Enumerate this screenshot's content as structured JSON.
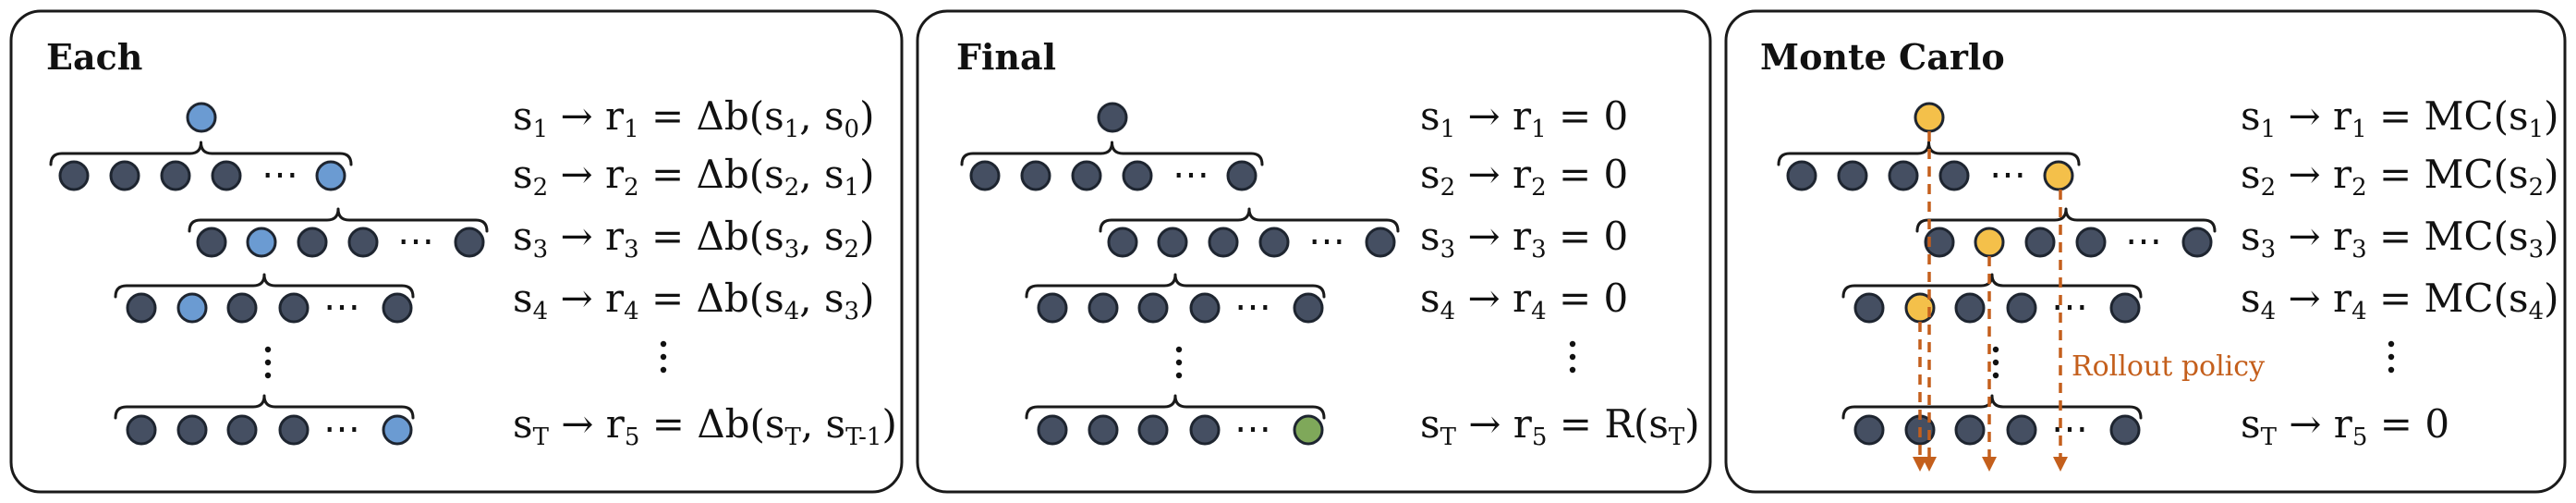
{
  "colors": {
    "node_default": "#454f62",
    "node_blue": "#6b9bd2",
    "node_green": "#7fa85a",
    "node_gold": "#f4c04a",
    "arrow": "#c45f1c"
  },
  "panels": [
    {
      "id": "each",
      "title": "Each",
      "equations": [
        [
          "s",
          "1",
          " → r",
          "1",
          " = Δb(s",
          "1",
          ", s",
          "0",
          ")"
        ],
        [
          "s",
          "2",
          " → r",
          "2",
          " = Δb(s",
          "2",
          ", s",
          "1",
          ")"
        ],
        [
          "s",
          "3",
          " → r",
          "3",
          " = Δb(s",
          "3",
          ", s",
          "2",
          ")"
        ],
        [
          "s",
          "4",
          " → r",
          "4",
          " = Δb(s",
          "4",
          ", s",
          "3",
          ")"
        ],
        [
          "⋮"
        ],
        [
          "s",
          "T",
          " → r",
          "5",
          " = Δb(s",
          "T",
          ", s",
          "T-1",
          ")"
        ]
      ],
      "highlight": "blue",
      "terminal_color": "blue"
    },
    {
      "id": "final",
      "title": "Final",
      "equations": [
        [
          "s",
          "1",
          " → r",
          "1",
          " = 0"
        ],
        [
          "s",
          "2",
          " → r",
          "2",
          " = 0"
        ],
        [
          "s",
          "3",
          " → r",
          "3",
          " = 0"
        ],
        [
          "s",
          "4",
          " → r",
          "4",
          " = 0"
        ],
        [
          "⋮"
        ],
        [
          "s",
          "T",
          " → r",
          "5",
          " = R(s",
          "T",
          ")"
        ]
      ],
      "highlight": "none",
      "terminal_color": "green"
    },
    {
      "id": "monte-carlo",
      "title": "Monte Carlo",
      "equations": [
        [
          "s",
          "1",
          " → r",
          "1",
          " = MC(s",
          "1",
          ")"
        ],
        [
          "s",
          "2",
          " → r",
          "2",
          " = MC(s",
          "2",
          ")"
        ],
        [
          "s",
          "3",
          " → r",
          "3",
          " = MC(s",
          "3",
          ")"
        ],
        [
          "s",
          "4",
          " → r",
          "4",
          " = MC(s",
          "4",
          ")"
        ],
        [
          "⋮"
        ],
        [
          "s",
          "T",
          " → r",
          "5",
          " = 0"
        ]
      ],
      "highlight": "gold",
      "rollout_label": "Rollout policy"
    }
  ]
}
